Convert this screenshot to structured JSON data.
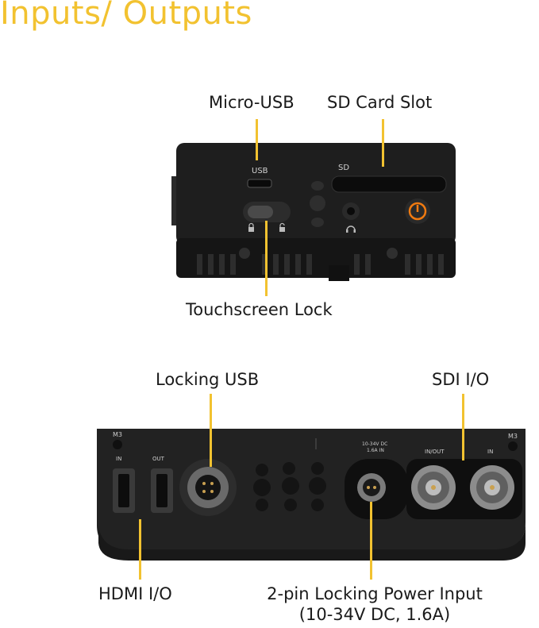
{
  "title": "Inputs/ Outputs",
  "top_device": {
    "callouts": {
      "micro_usb": "Micro-USB",
      "sd_card_slot": "SD Card Slot",
      "touchscreen_lock": "Touchscreen Lock"
    },
    "printed": {
      "usb": "USB",
      "sd": "SD"
    }
  },
  "bottom_device": {
    "callouts": {
      "locking_usb": "Locking USB",
      "sdi_io": "SDI I/O",
      "hdmi_io": "HDMI I/O",
      "power_input_line1": "2-pin Locking Power Input",
      "power_input_line2": "(10-34V DC, 1.6A)"
    },
    "printed": {
      "m3_left": "M3",
      "m3_right": "M3",
      "hdmi_in": "IN",
      "hdmi_out": "OUT",
      "dc_line1": "10-34V DC",
      "dc_line2": "1.6A IN",
      "sdi_in_out": "IN/OUT",
      "sdi_in": "IN"
    }
  },
  "colors": {
    "accent": "#f2c230",
    "device_body": "#1e1e1e",
    "power_button": "#f07a10"
  }
}
